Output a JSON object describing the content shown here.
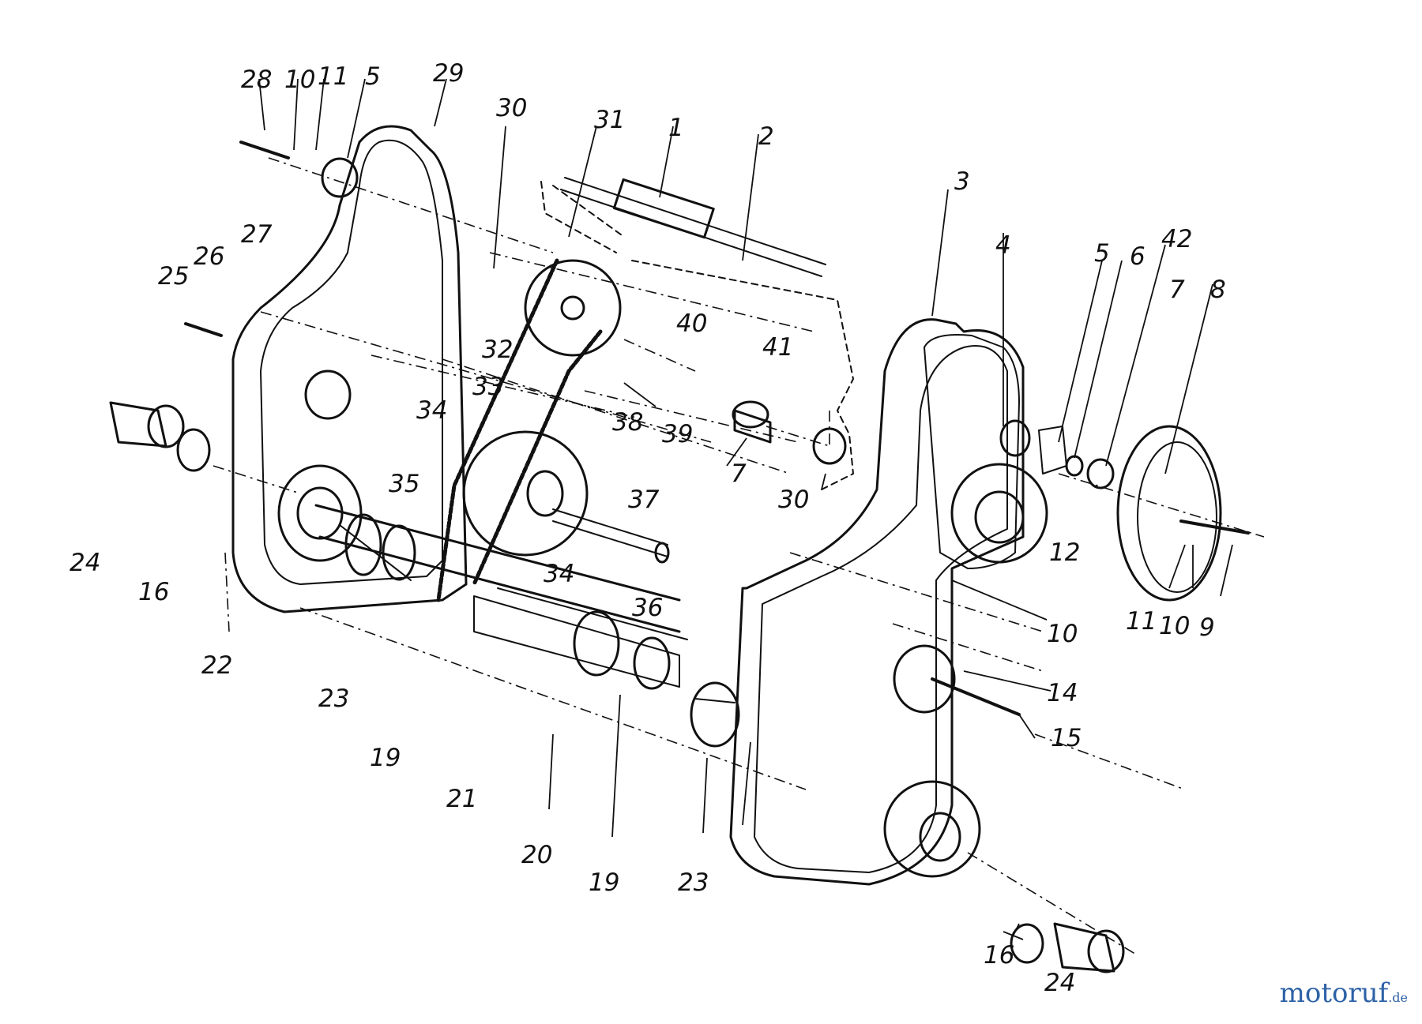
{
  "diagram": {
    "part_labels": [
      "28",
      "10",
      "11",
      "5",
      "29",
      "30",
      "31",
      "1",
      "2",
      "3",
      "4",
      "5",
      "6",
      "42",
      "7",
      "8",
      "27",
      "26",
      "25",
      "40",
      "41",
      "32",
      "33",
      "38",
      "39",
      "34",
      "7",
      "30",
      "35",
      "37",
      "12",
      "24",
      "16",
      "34",
      "36",
      "11",
      "10",
      "9",
      "10",
      "14",
      "22",
      "23",
      "15",
      "19",
      "21",
      "20",
      "19",
      "23",
      "16",
      "24"
    ],
    "watermark": {
      "brand": "motoruf",
      "tld": ".de"
    },
    "colors": {
      "ink": "#111111",
      "brand": "#2d62a6",
      "accent": "#c8312b"
    }
  }
}
